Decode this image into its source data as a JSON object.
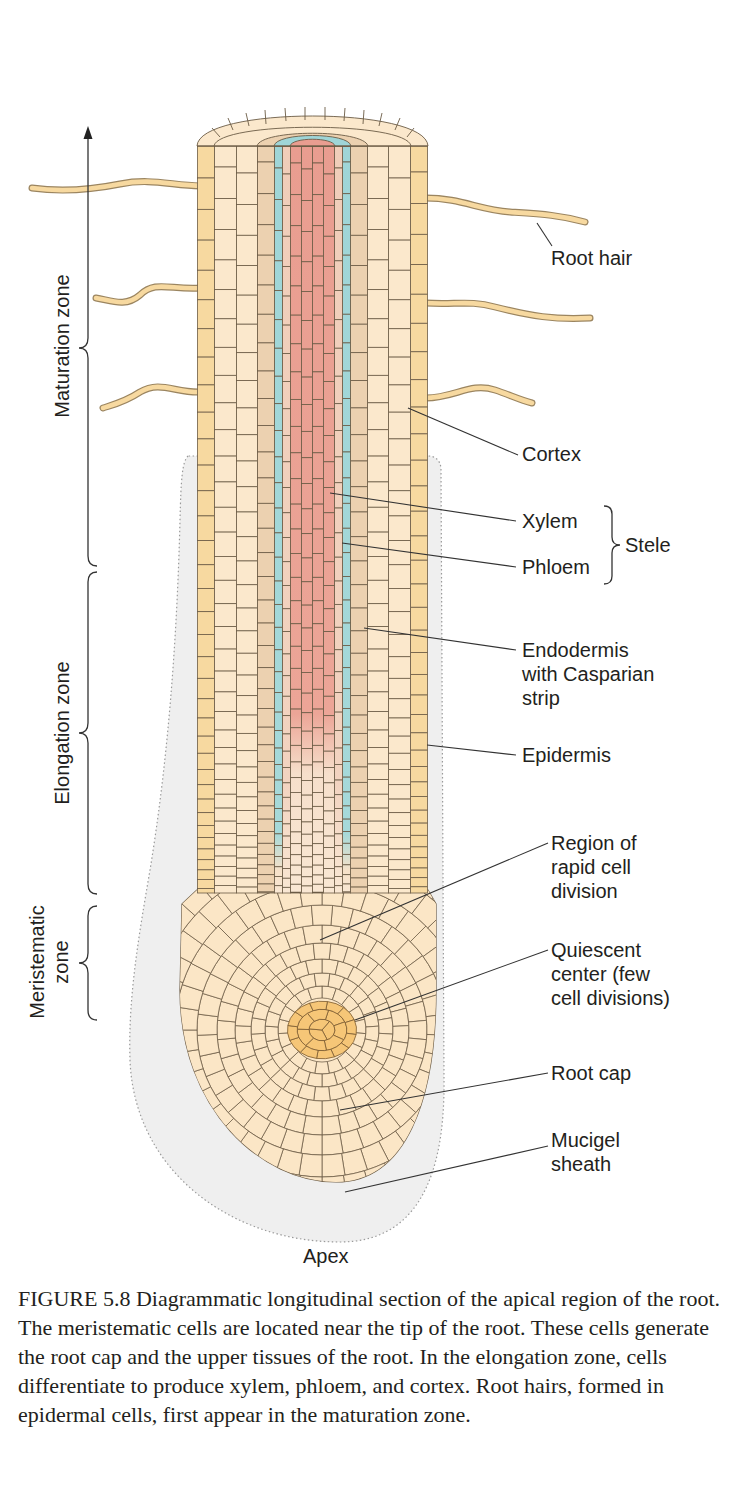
{
  "diagram": {
    "caption": "FIGURE 5.8 Diagrammatic longitudinal section of the apical region of the root. The meristematic cells are located near the tip of the root. These cells generate the root cap and the upper tissues of the root. In the elongation zone, cells differentiate to produce xylem, phloem, and cortex. Root hairs, formed in epidermal cells, first appear in the maturation zone.",
    "labels": [
      "Maturation zone",
      "Elongation zone",
      "Meristematic zone",
      "Root hair",
      "Cortex",
      "Xylem",
      "Phloem",
      "Stele",
      "Endodermis with Casparian strip",
      "Epidermis",
      "Region of rapid cell division",
      "Quiescent center (few cell divisions)",
      "Root cap",
      "Mucigel sheath",
      "Apex"
    ]
  }
}
